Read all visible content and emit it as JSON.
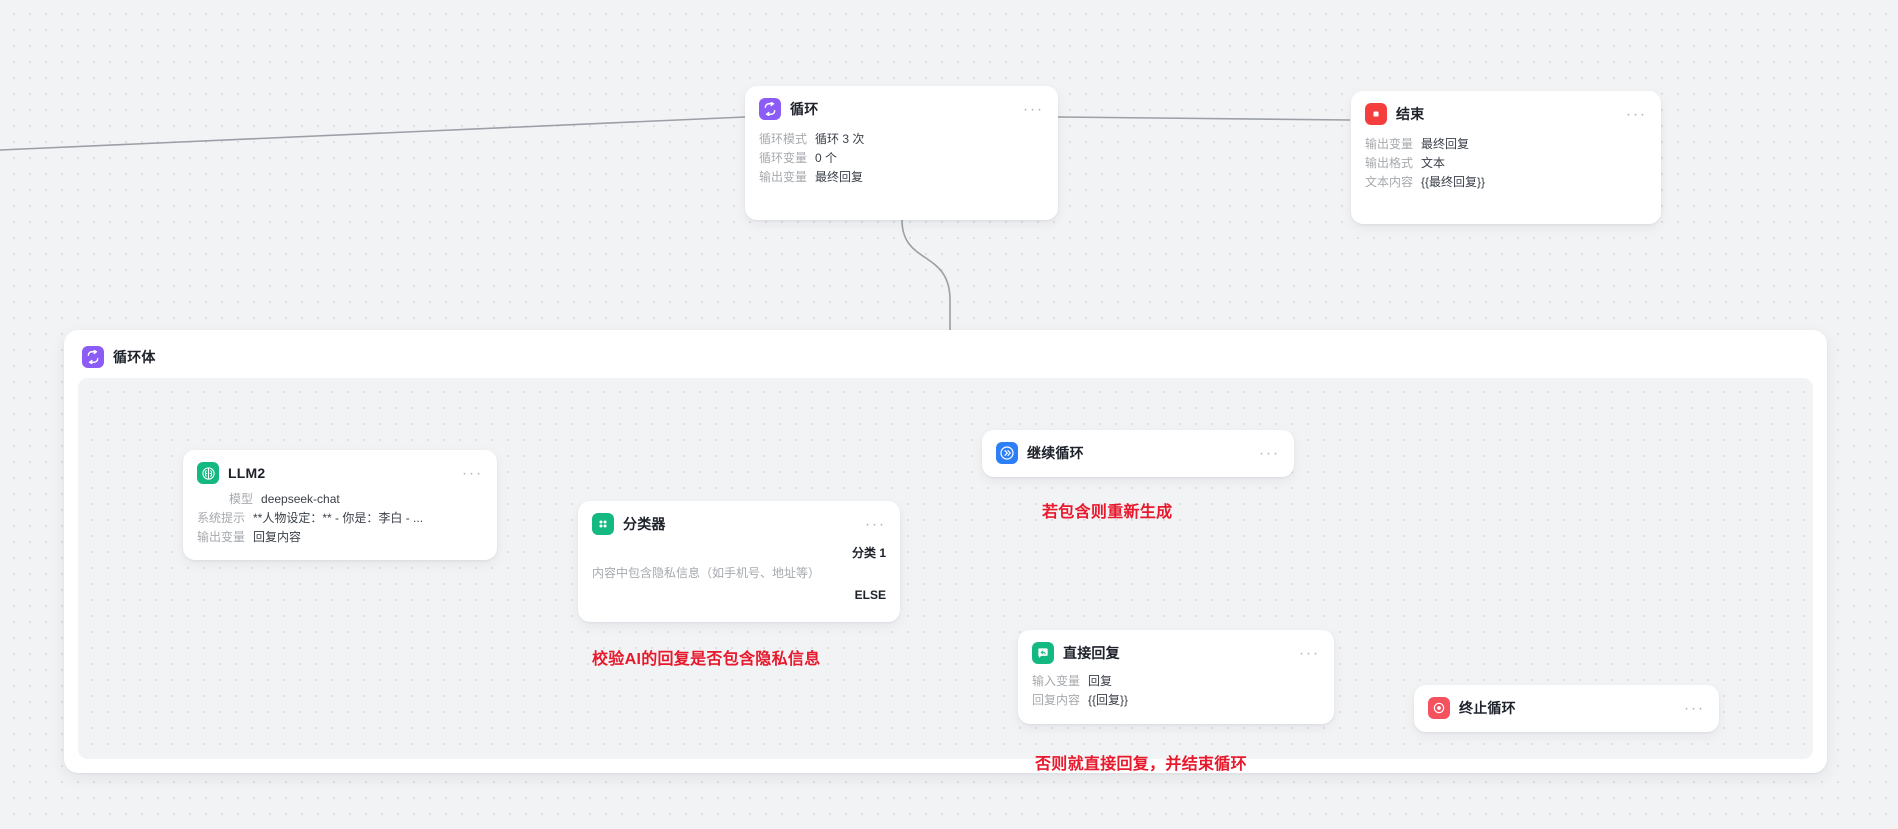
{
  "canvas": {
    "background_color": "#f2f3f5",
    "dot_color": "#dcdee0"
  },
  "nodes": {
    "loop": {
      "title": "循环",
      "icon": "loop-icon",
      "icon_color": "#8b5cf6",
      "menu": "···",
      "rows": [
        {
          "key": "循环模式",
          "value": "循环 3 次"
        },
        {
          "key": "循环变量",
          "value": "0 个"
        },
        {
          "key": "输出变量",
          "value": "最终回复"
        }
      ]
    },
    "end": {
      "title": "结束",
      "icon": "stop-square-icon",
      "icon_color": "#f53f3f",
      "menu": "···",
      "rows": [
        {
          "key": "输出变量",
          "value": "最终回复"
        },
        {
          "key": "输出格式",
          "value": "文本"
        },
        {
          "key": "文本内容",
          "value": "{{最终回复}}"
        }
      ]
    },
    "loop_body": {
      "title": "循环体",
      "icon": "loop-icon",
      "icon_color": "#8b5cf6"
    },
    "llm2": {
      "title": "LLM2",
      "icon": "brain-icon",
      "icon_color": "#14b881",
      "menu": "···",
      "rows": [
        {
          "key": "模型",
          "value": "deepseek-chat"
        },
        {
          "key": "系统提示",
          "value": "**人物设定：** - 你是：李白 - ..."
        },
        {
          "key": "输出变量",
          "value": "回复内容"
        }
      ]
    },
    "classifier": {
      "title": "分类器",
      "icon": "grid-dots-icon",
      "icon_color": "#14b881",
      "menu": "···",
      "branch_1_label": "分类 1",
      "branch_1_desc": "内容中包含隐私信息（如手机号、地址等）",
      "branch_else_label": "ELSE"
    },
    "continue_loop": {
      "title": "继续循环",
      "icon": "double-chevron-right-icon",
      "icon_color": "#2d7ff9",
      "menu": "···"
    },
    "direct_reply": {
      "title": "直接回复",
      "icon": "reply-bubble-icon",
      "icon_color": "#14b881",
      "menu": "···",
      "rows": [
        {
          "key": "输入变量",
          "value": "回复"
        },
        {
          "key": "回复内容",
          "value": "{{回复}}"
        }
      ]
    },
    "terminate_loop": {
      "title": "终止循环",
      "icon": "stop-circle-icon",
      "icon_color": "#f5525f",
      "menu": "···"
    }
  },
  "annotations": {
    "regenerate": "若包含则重新生成",
    "validate": "校验AI的回复是否包含隐私信息",
    "reply_and_end": "否则就直接回复，并结束循环",
    "color": "#e8192c"
  }
}
